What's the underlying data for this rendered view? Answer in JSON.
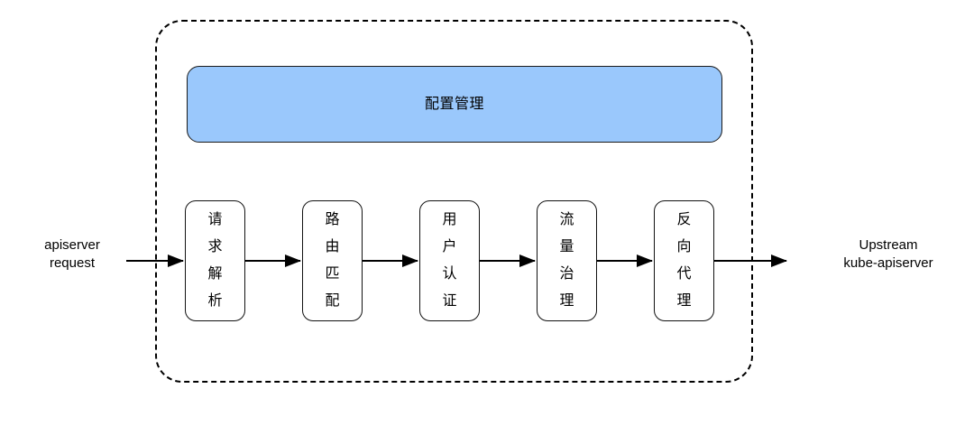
{
  "diagram": {
    "title": "apiserver gateway request pipeline",
    "boundary": {
      "name": "gateway-boundary",
      "style": "dashed"
    },
    "config_bar": {
      "label": "配置管理",
      "color": "#9AC8FC",
      "border_color": "#1a1a1a"
    },
    "stages": [
      {
        "label": "请求解析"
      },
      {
        "label": "路由匹配"
      },
      {
        "label": "用户认证"
      },
      {
        "label": "流量治理"
      },
      {
        "label": "反向代理"
      }
    ],
    "input_label": {
      "line1": "apiserver",
      "line2": "request"
    },
    "output_label": {
      "line1": "Upstream",
      "line2": "kube-apiserver"
    },
    "arrows": {
      "count": 6,
      "color": "#000000",
      "direction": "left-to-right"
    }
  }
}
